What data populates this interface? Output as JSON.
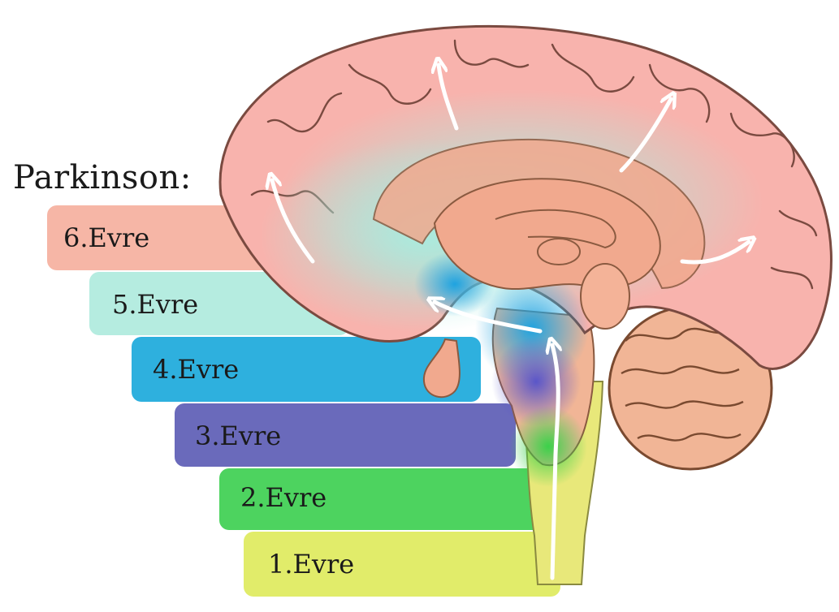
{
  "title": "Parkinson:",
  "stages": [
    {
      "label": "6.Evre",
      "color": "#f6b6a6"
    },
    {
      "label": "5.Evre",
      "color": "#b5ece0"
    },
    {
      "label": "4.Evre",
      "color": "#2eb0de"
    },
    {
      "label": "3.Evre",
      "color": "#6a6abb"
    },
    {
      "label": "2.Evre",
      "color": "#4dd35f"
    },
    {
      "label": "1.Evre",
      "color": "#e1ec6a"
    }
  ]
}
